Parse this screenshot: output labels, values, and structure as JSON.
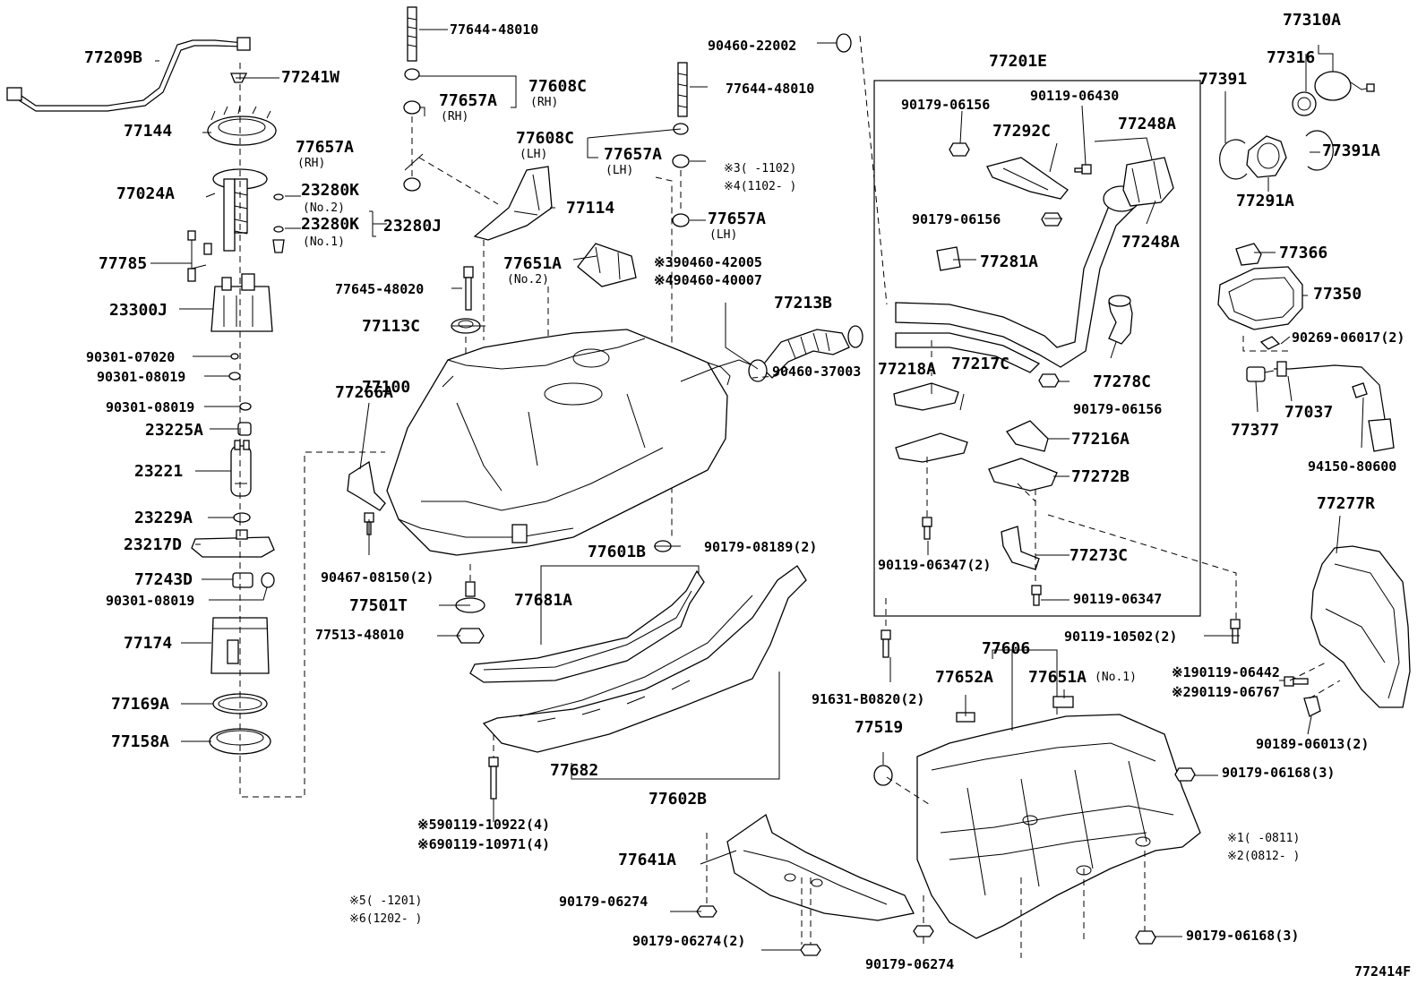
{
  "diagram_id": "772414F",
  "labels": {
    "l77209B": "77209B",
    "l77241W": "77241W",
    "l77144": "77144",
    "l77024A": "77024A",
    "l23280K_1": "23280K",
    "l23280K_1_note": "(No.2)",
    "l23280K_2": "23280K",
    "l23280K_2_note": "(No.1)",
    "l23280J": "23280J",
    "l77785": "77785",
    "l23300J": "23300J",
    "l90301_07020": "90301-07020",
    "l90301_08019a": "90301-08019",
    "l90301_08019b": "90301-08019",
    "l23225A": "23225A",
    "l23221": "23221",
    "l23229A": "23229A",
    "l23217D": "23217D",
    "l77243D": "77243D",
    "l90301_08019c": "90301-08019",
    "l77174": "77174",
    "l77169A": "77169A",
    "l77158A": "77158A",
    "l77644_48010a": "77644-48010",
    "l77608C_rh": "77608C",
    "l77608C_rh_note": "(RH)",
    "l77657A_rh1": "77657A",
    "l77657A_rh1_note": "(RH)",
    "l77657A_rh2": "77657A",
    "l77657A_rh2_note": "(RH)",
    "l77644_48010b": "77644-48010",
    "l90460_22002": "90460-22002",
    "l77608C_lh": "77608C",
    "l77608C_lh_note": "(LH)",
    "l77657A_lh1": "77657A",
    "l77657A_lh1_note": "(LH)",
    "l77657A_lh2": "77657A",
    "l77657A_lh2_note": "(LH)",
    "n3_range": "※3(   -1102)",
    "n4_range": "※4(1102-   )",
    "l77114": "77114",
    "l77651A_no2": "77651A",
    "l77651A_no2_note": "(No.2)",
    "l90460_42005": "※390460-42005",
    "l90460_40007": "※490460-40007",
    "l77645_48020": "77645-48020",
    "l77113C": "77113C",
    "l77213B": "77213B",
    "l77100": "77100",
    "l90460_37003": "90460-37003",
    "l77266A": "77266A",
    "l90467_08150": "90467-08150(2)",
    "l77601B": "77601B",
    "l90179_08189": "90179-08189(2)",
    "l77681A": "77681A",
    "l77501T": "77501T",
    "l77513_48010": "77513-48010",
    "l77682": "77682",
    "l77602B": "77602B",
    "l90119_10922": "※590119-10922(4)",
    "l90119_10971": "※690119-10971(4)",
    "n5_range": "※5(   -1201)",
    "n6_range": "※6(1202-   )",
    "l77641A": "77641A",
    "l90179_06274a": "90179-06274",
    "l90179_06274b": "90179-06274(2)",
    "l90179_06274c": "90179-06274",
    "l77201E": "77201E",
    "l90179_06156a": "90179-06156",
    "l90119_06430": "90119-06430",
    "l77292C": "77292C",
    "l77248A_a": "77248A",
    "l77248A_b": "77248A",
    "l90179_06156b": "90179-06156",
    "l77281A": "77281A",
    "l77218A": "77218A",
    "l77217C": "77217C",
    "l90179_06156c": "90179-06156",
    "l77278C": "77278C",
    "l77216A": "77216A",
    "l77272B": "77272B",
    "l90119_06347a": "90119-06347(2)",
    "l77273C": "77273C",
    "l90119_06347b": "90119-06347",
    "l90119_10502": "90119-10502(2)",
    "l91631_B0820": "91631-B0820(2)",
    "l77606": "77606",
    "l77652A": "77652A",
    "l77651A_no1": "77651A",
    "l77651A_no1_note": "(No.1)",
    "l77519": "77519",
    "l90119_06442": "※190119-06442",
    "l90119_06767": "※290119-06767",
    "l90189_06013": "90189-06013(2)",
    "l90179_06168a": "90179-06168(3)",
    "l90179_06168b": "90179-06168(3)",
    "n1_range": "※1(   -0811)",
    "n2_range": "※2(0812-   )",
    "l77310A": "77310A",
    "l77316": "77316",
    "l77391": "77391",
    "l77391A": "77391A",
    "l77291A": "77291A",
    "l77366": "77366",
    "l77350": "77350",
    "l90269_06017": "90269-06017(2)",
    "l77377": "77377",
    "l77037": "77037",
    "l94150_80600": "94150-80600",
    "l77277R": "77277R"
  }
}
